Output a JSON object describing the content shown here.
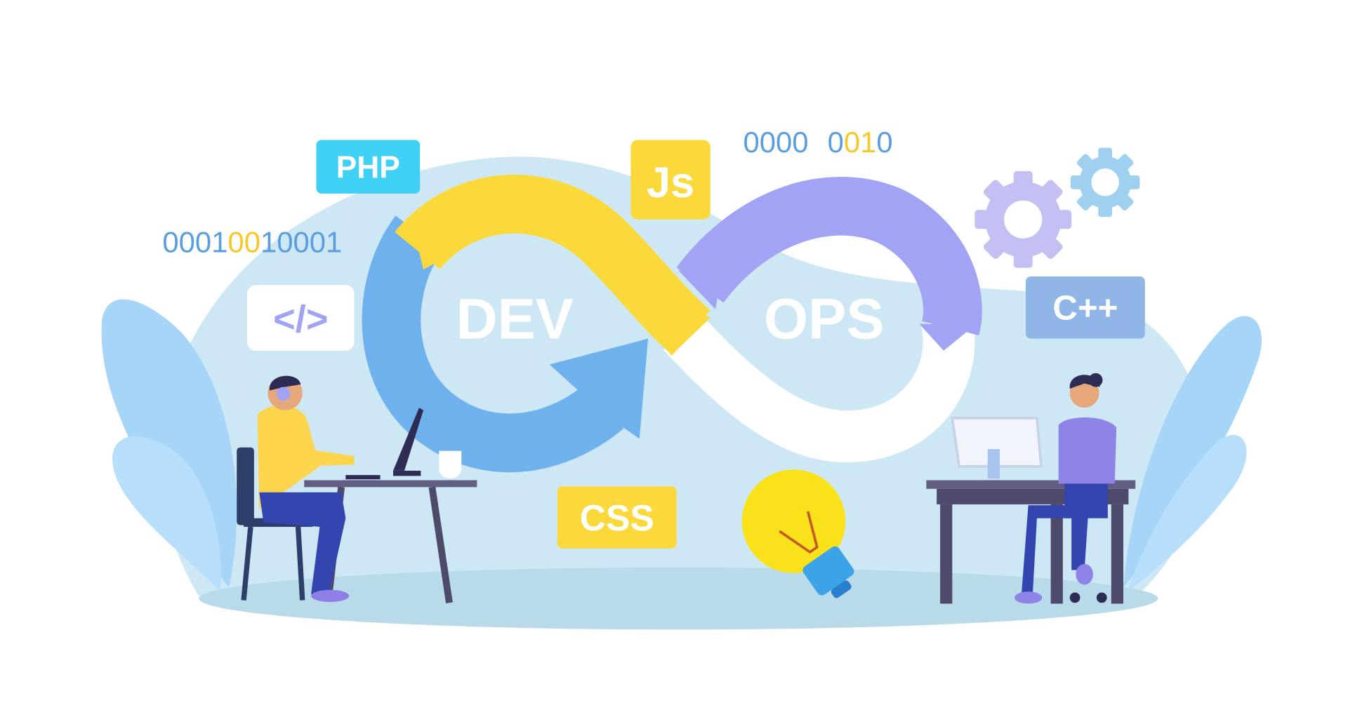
{
  "illustration": {
    "infinity": {
      "left_label": "DEV",
      "right_label": "OPS"
    },
    "badges": {
      "php": "PHP",
      "js": "Js",
      "css": "CSS",
      "cpp": "C++",
      "code": "</>"
    },
    "binary_left": {
      "part1": "0001",
      "part2": "00",
      "part3": "10001"
    },
    "binary_top": {
      "group1": "0000",
      "part1": "0",
      "part2": "01",
      "part3": "0"
    }
  },
  "colors": {
    "background_blob": "#cde7f4",
    "floor": "#b9dbe9",
    "leaves": "#a7d5f8",
    "dev_blue": "#6fb1ec",
    "yellow": "#fbd93a",
    "ops_purple": "#a3a3f5",
    "php_badge": "#3fd0f5",
    "cpp_badge": "#8fb6e6",
    "desk": "#4d4a6b"
  }
}
